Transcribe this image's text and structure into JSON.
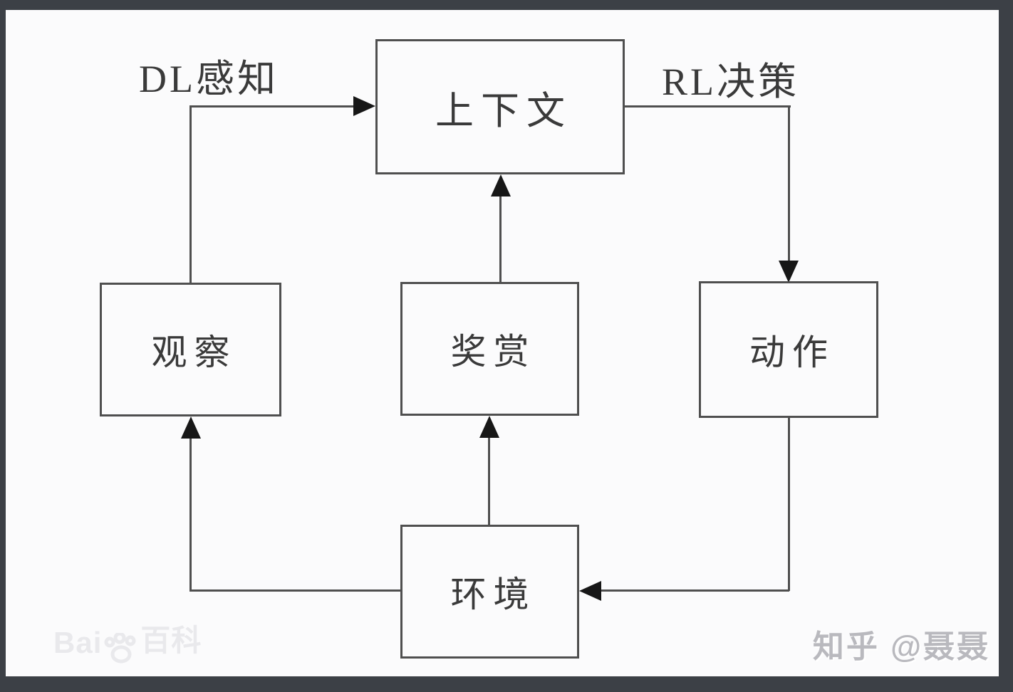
{
  "diagram": {
    "type": "flowchart",
    "nodes": {
      "context": "上下文",
      "observation": "观察",
      "reward": "奖赏",
      "action": "动作",
      "environment": "环境"
    },
    "edge_labels": {
      "dl_perception": "DL感知",
      "rl_decision": "RL决策"
    },
    "edges": [
      {
        "from": "observation",
        "to": "context",
        "label": "DL感知"
      },
      {
        "from": "context",
        "to": "action",
        "label": "RL决策"
      },
      {
        "from": "reward",
        "to": "context",
        "label": ""
      },
      {
        "from": "environment",
        "to": "reward",
        "label": ""
      },
      {
        "from": "environment",
        "to": "observation",
        "label": ""
      },
      {
        "from": "action",
        "to": "environment",
        "label": ""
      }
    ],
    "colors": {
      "frame": "#3c4046",
      "panel": "#fbfbfc",
      "line": "#4f4f4f",
      "arrowhead": "#171717",
      "text": "#3a3a3a"
    }
  },
  "watermarks": {
    "baidu_prefix": "Bai",
    "baidu_suffix": "百科",
    "zhihu": "知乎 @聂聂"
  }
}
